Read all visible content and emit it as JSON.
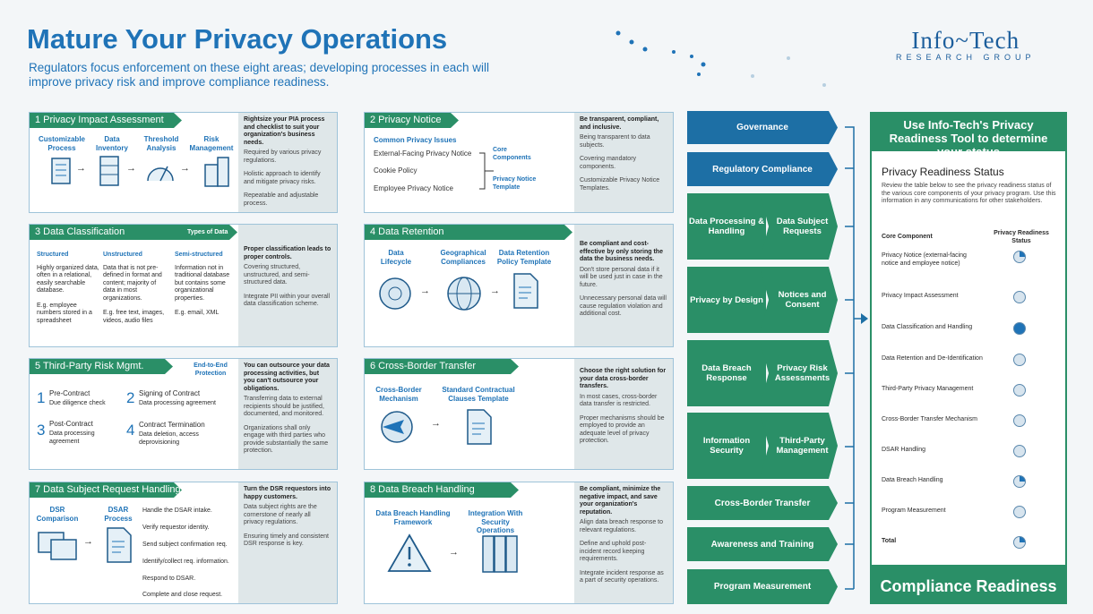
{
  "header": {
    "title": "Mature Your Privacy Operations",
    "subtitle": "Regulators focus enforcement on these eight areas; developing processes in each will improve privacy risk and improve compliance readiness.",
    "logo_top": "Info~Tech",
    "logo_bottom": "RESEARCH GROUP"
  },
  "c1": {
    "title": "1  Privacy Impact Assessment",
    "labels": [
      "Customizable Process",
      "Data Inventory",
      "Threshold Analysis",
      "Risk Management"
    ],
    "side_head": "Rightsize your PIA process and checklist to suit your organization's business needs.",
    "side": [
      "Required by various privacy regulations.",
      "Holistic approach to identify and mitigate privacy risks.",
      "Repeatable and adjustable process."
    ]
  },
  "c2": {
    "title": "2  Privacy Notice",
    "common": "Common Privacy Issues",
    "items": [
      "External-Facing Privacy Notice",
      "Cookie Policy",
      "Employee Privacy Notice"
    ],
    "core": "Core Components",
    "tmpl": "Privacy Notice Template",
    "side_head": "Be transparent, compliant, and inclusive.",
    "side": [
      "Being transparent to data subjects.",
      "Covering mandatory components.",
      "Customizable Privacy Notice Templates."
    ]
  },
  "c3": {
    "title": "3  Data Classification",
    "types": "Types of Data",
    "cols": [
      {
        "h": "Structured",
        "t": "Highly organized data, often in a relational, easily searchable database.",
        "e": "E.g. employee numbers stored in a spreadsheet"
      },
      {
        "h": "Unstructured",
        "t": "Data that is not pre-defined in format and content; majority of data in most organizations.",
        "e": "E.g. free text, images, videos, audio files"
      },
      {
        "h": "Semi-structured",
        "t": "Information not in traditional database but contains some organizational properties.",
        "e": "E.g. email, XML"
      }
    ],
    "side_head": "Proper classification leads to proper controls.",
    "side": [
      "Covering structured, unstructured, and semi-structured data.",
      "Integrate PII within your overall data classification scheme."
    ]
  },
  "c4": {
    "title": "4  Data Retention",
    "labels": [
      "Data Lifecycle",
      "Geographical Compliances",
      "Data Retention Policy Template"
    ],
    "side_head": "Be compliant and cost-effective by only storing the data the business needs.",
    "side": [
      "Don't store personal data if it will be used just in case in the future.",
      "Unnecessary personal data will cause regulation violation and additional cost."
    ]
  },
  "c5": {
    "title": "5  Third-Party Risk Mgmt.",
    "e2e": "End-to-End Protection",
    "steps": [
      {
        "n": "1",
        "h": "Pre-Contract",
        "t": "Due diligence check"
      },
      {
        "n": "2",
        "h": "Signing of Contract",
        "t": "Data processing agreement"
      },
      {
        "n": "3",
        "h": "Post-Contract",
        "t": "Data processing agreement"
      },
      {
        "n": "4",
        "h": "Contract Termination",
        "t": "Data deletion, access deprovisioning"
      }
    ],
    "side_head": "You can outsource your data processing activities, but you can't outsource your obligations.",
    "side": [
      "Transferring data to external recipients should be justified, documented, and monitored.",
      "Organizations shall only engage with third parties who provide substantially the same protection."
    ]
  },
  "c6": {
    "title": "6  Cross-Border Transfer",
    "labels": [
      "Cross-Border Mechanism",
      "Standard Contractual Clauses Template"
    ],
    "side_head": "Choose the right solution for your data cross-border transfers.",
    "side": [
      "In most cases, cross-border data transfer is restricted.",
      "Proper mechanisms should be employed to provide an adequate level of privacy protection."
    ]
  },
  "c7": {
    "title": "7  Data Subject Request Handling",
    "labels": [
      "DSR Comparison",
      "DSAR Process"
    ],
    "steps": [
      "Handle the DSAR intake.",
      "Verify requestor identity.",
      "Send subject confirmation req.",
      "Identify/collect req. information.",
      "Respond to DSAR.",
      "Complete and close request."
    ],
    "side_head": "Turn the DSR requestors into happy customers.",
    "side": [
      "Data subject rights are the cornerstone of nearly all privacy regulations.",
      "Ensuring timely and consistent DSR response is key."
    ]
  },
  "c8": {
    "title": "8  Data Breach Handling",
    "labels": [
      "Data Breach Handling Framework",
      "Integration With Security Operations"
    ],
    "side_head": "Be compliant, minimize the negative impact, and save your organization's reputation.",
    "side": [
      "Align data breach response to relevant regulations.",
      "Define and uphold post-incident record keeping requirements.",
      "Integrate incident response as a part of security operations."
    ]
  },
  "flow": {
    "governance": "Governance",
    "regulatory": "Regulatory Compliance",
    "pairs": [
      [
        "Data Processing & Handling",
        "Data Subject Requests"
      ],
      [
        "Privacy by Design",
        "Notices and Consent"
      ],
      [
        "Data Breach Response",
        "Privacy Risk Assessments"
      ],
      [
        "Information Security",
        "Third-Party Management"
      ]
    ],
    "cross": "Cross-Border Transfer",
    "awareness": "Awareness and Training",
    "program": "Program Measurement"
  },
  "panel": {
    "head": "Use Info-Tech's Privacy Readiness Tool to determine your status",
    "title": "Privacy Readiness Status",
    "desc": "Review the table below to see the privacy readiness status of the various core components of your privacy program. Use this information in any communications for other stakeholders.",
    "col1": "Core Component",
    "col2": "Privacy Readiness Status",
    "rows": [
      {
        "name": "Privacy Notice (external-facing notice and employee notice)",
        "level": 0.25
      },
      {
        "name": "Privacy Impact Assessment",
        "level": 0
      },
      {
        "name": "Data Classification and Handling",
        "level": 1
      },
      {
        "name": "Data Retention and De-Identification",
        "level": 0
      },
      {
        "name": "Third-Party Privacy Management",
        "level": 0
      },
      {
        "name": "Cross-Border Transfer Mechanism",
        "level": 0
      },
      {
        "name": "DSAR Handling",
        "level": 0
      },
      {
        "name": "Data Breach Handling",
        "level": 0.25
      },
      {
        "name": "Program Measurement",
        "level": 0
      },
      {
        "name": "Total",
        "level": 0.25
      }
    ],
    "footer": "Compliance Readiness"
  }
}
